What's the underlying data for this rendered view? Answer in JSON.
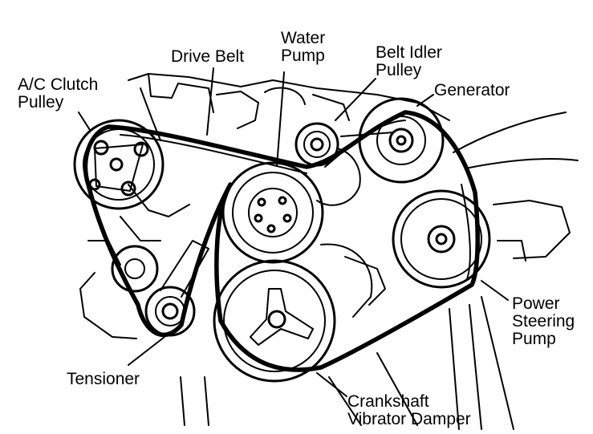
{
  "labels": {
    "ac_clutch_pulley": [
      "A/C Clutch",
      "Pulley"
    ],
    "drive_belt": "Drive Belt",
    "water_pump": [
      "Water",
      "Pump"
    ],
    "belt_idler_pulley": [
      "Belt Idler",
      "Pulley"
    ],
    "generator": "Generator",
    "power_steering_pump": [
      "Power",
      "Steering",
      "Pump"
    ],
    "tensioner": "Tensioner",
    "crankshaft_vibrator_damper": [
      "Crankshaft",
      "Vibrator Damper"
    ]
  },
  "colors": {
    "ink": "#000000",
    "paper": "#ffffff"
  }
}
